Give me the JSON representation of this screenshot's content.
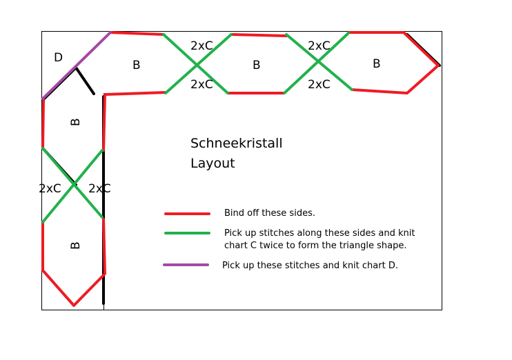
{
  "title_line1": "Schneekristall",
  "title_line2": "Layout",
  "pieces": {
    "d": "D",
    "b": "B",
    "c": "2xC"
  },
  "legend": [
    {
      "color": "#ed1c24",
      "line1": "Bind off these sides.",
      "line2": ""
    },
    {
      "color": "#22b14c",
      "line1": "Pick up stitches along these sides and knit",
      "line2": "chart C twice to form the triangle shape."
    },
    {
      "color": "#a349a4",
      "line1": "Pick up these stitches and knit chart D.",
      "line2": ""
    }
  ]
}
